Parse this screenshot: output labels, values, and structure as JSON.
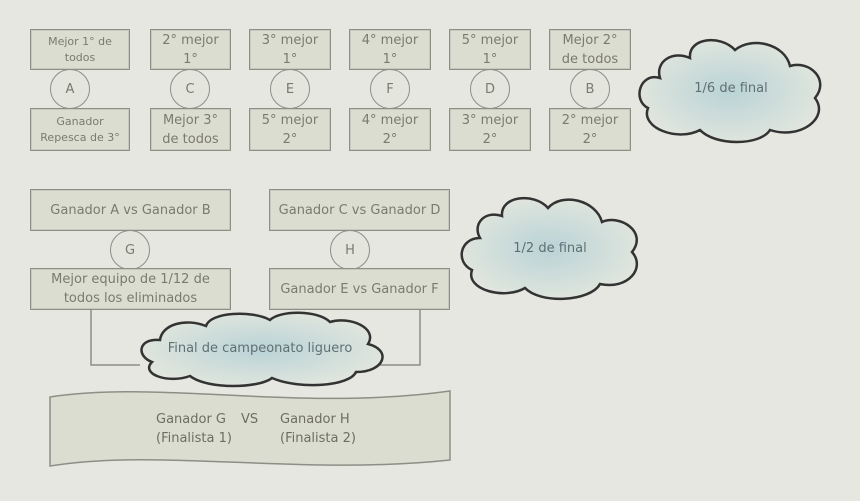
{
  "sixth_round": {
    "columns": [
      {
        "top": "Mejor 1° de\ntodos",
        "circle": "A",
        "bottom": "Ganador\nRepesca de 3°"
      },
      {
        "top": "2° mejor\n1°",
        "circle": "C",
        "bottom": "Mejor 3°\nde todos"
      },
      {
        "top": "3° mejor\n1°",
        "circle": "E",
        "bottom": "5° mejor\n2°"
      },
      {
        "top": "4° mejor\n1°",
        "circle": "F",
        "bottom": "4° mejor\n2°"
      },
      {
        "top": "5° mejor\n1°",
        "circle": "D",
        "bottom": "3° mejor\n2°"
      },
      {
        "top": "Mejor 2°\nde todos",
        "circle": "B",
        "bottom": "2° mejor\n2°"
      }
    ],
    "cloud_label": "1/6 de final"
  },
  "semi_round": {
    "left": {
      "top": "Ganador A vs Ganador B",
      "circle": "G",
      "bottom": "Mejor equipo de 1/12 de\ntodos los eliminados"
    },
    "right": {
      "top": "Ganador C vs Ganador D",
      "circle": "H",
      "bottom": "Ganador E vs Ganador F"
    },
    "cloud_label": "1/2 de final"
  },
  "final_round": {
    "cloud_label": "Final de campeonato liguero",
    "left_line1": "Ganador G",
    "left_line2": "(Finalista 1)",
    "vs": "VS",
    "right_line1": "Ganador H",
    "right_line2": "(Finalista 2)"
  }
}
